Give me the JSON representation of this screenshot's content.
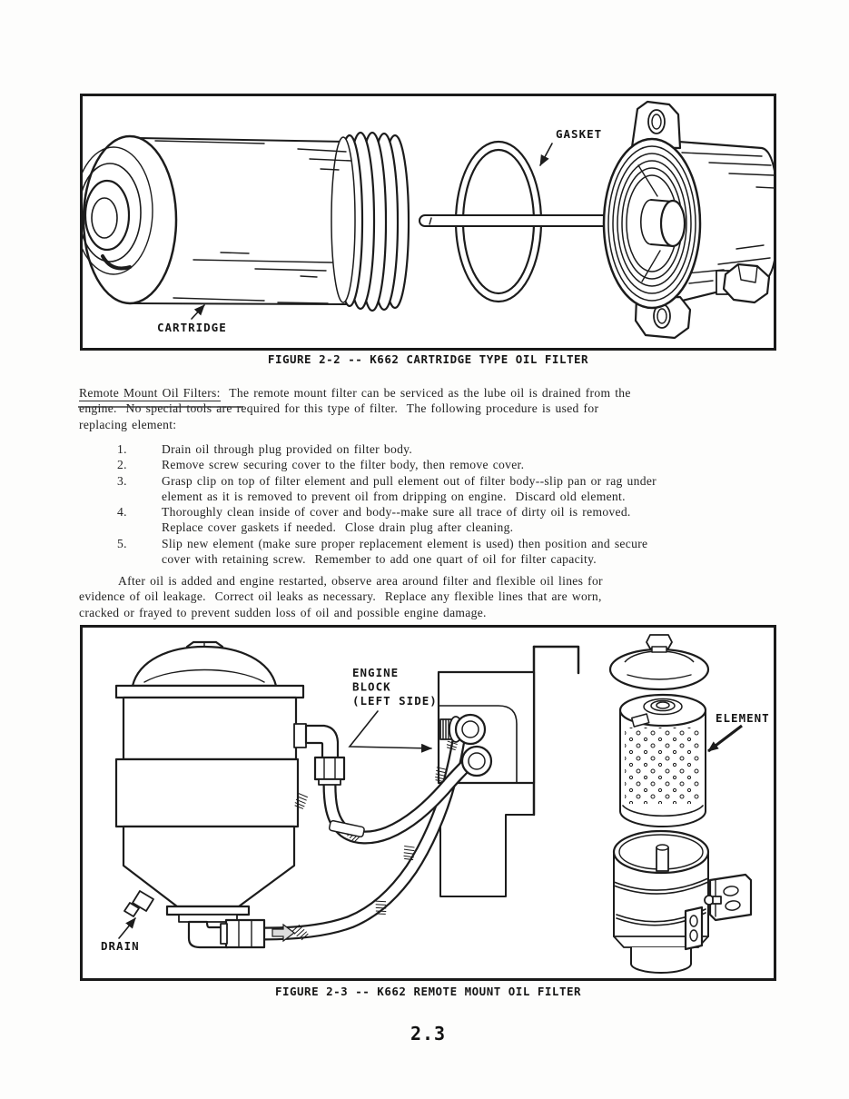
{
  "page": {
    "number": "2.3"
  },
  "figure1": {
    "caption": "FIGURE 2-2 -- K662 CARTRIDGE TYPE OIL FILTER",
    "labels": {
      "gasket": "GASKET",
      "cartridge": "CARTRIDGE"
    }
  },
  "body": {
    "heading": "Remote Mount Oil Filters:",
    "intro_rest": "  The remote mount filter can be serviced as the lube oil is drained from the",
    "intro_line2": "engine.  No special tools are required for this type of filter.  The following procedure is used for",
    "intro_line3": "replacing element:",
    "steps": [
      {
        "num": "1.",
        "line1": "Drain oil through plug provided on filter body.",
        "line2": ""
      },
      {
        "num": "2.",
        "line1": "Remove screw securing cover to the filter body, then remove cover.",
        "line2": ""
      },
      {
        "num": "3.",
        "line1": "Grasp clip on top of filter element and pull element out of filter body--slip pan or rag under",
        "line2": "element as it is removed to prevent oil from dripping on engine.  Discard old element."
      },
      {
        "num": "4.",
        "line1": "Thoroughly clean inside of cover and body--make sure all trace of dirty oil is removed.",
        "line2": "Replace cover gaskets if needed.  Close drain plug after cleaning."
      },
      {
        "num": "5.",
        "line1": "Slip new element (make sure proper replacement element is used) then position and secure",
        "line2": "cover with retaining screw.  Remember to add one quart of oil for filter capacity."
      }
    ],
    "closing_line1": "After oil is added and engine restarted, observe area around filter and flexible oil lines for",
    "closing_line2": "evidence of oil leakage.  Correct oil leaks as necessary.  Replace any flexible lines that are worn,",
    "closing_line3": "cracked or frayed to prevent sudden loss of oil and possible engine damage."
  },
  "figure2": {
    "caption": "FIGURE 2-3 -- K662 REMOTE MOUNT OIL FILTER",
    "labels": {
      "engine_block_1": "ENGINE",
      "engine_block_2": "BLOCK",
      "engine_block_3": "(LEFT SIDE)",
      "drain": "DRAIN",
      "element": "ELEMENT"
    }
  }
}
